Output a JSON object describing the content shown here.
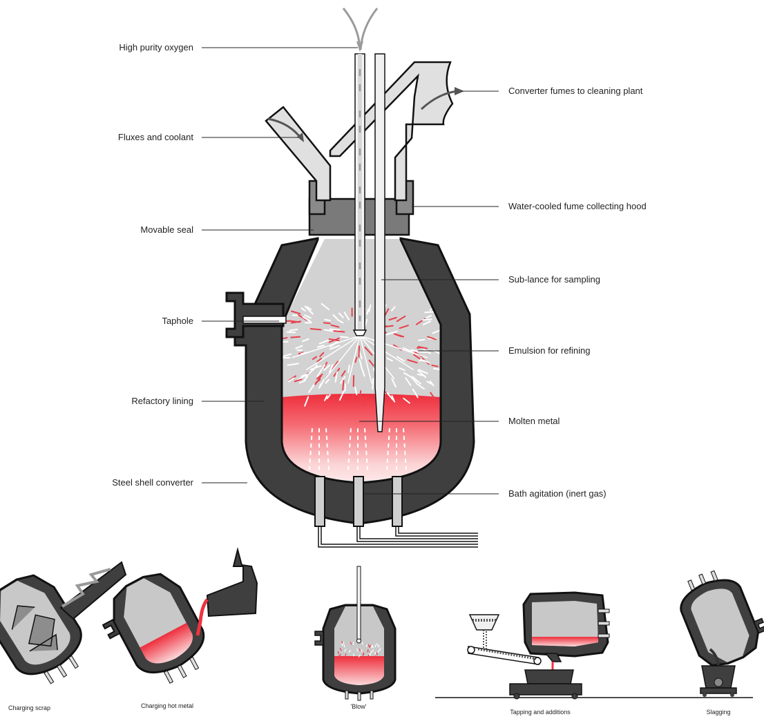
{
  "labels": {
    "high_purity_oxygen": "High purity oxygen",
    "fluxes_and_coolant": "Fluxes and coolant",
    "movable_seal": "Movable seal",
    "taphole": "Taphole",
    "refactory_lining": "Refactory lining",
    "steel_shell_converter": "Steel shell converter",
    "converter_fumes": "Converter fumes to cleaning plant",
    "fume_hood": "Water-cooled fume collecting hood",
    "sub_lance": "Sub-lance for sampling",
    "emulsion": "Emulsion for refining",
    "molten_metal": "Molten metal",
    "bath_agitation": "Bath agitation (inert gas)"
  },
  "steps": [
    {
      "label": "Charging scrap"
    },
    {
      "label": "Charging hot metal"
    },
    {
      "label": "'Blow'"
    },
    {
      "label": "Tapping and additions"
    },
    {
      "label": "Slagging"
    }
  ],
  "colors": {
    "shell": "#3f3f3f",
    "gas": "#d2d2d2",
    "molten": "#ee3340",
    "molten_light": "#fbdada",
    "hood": "#7a7a7a"
  }
}
